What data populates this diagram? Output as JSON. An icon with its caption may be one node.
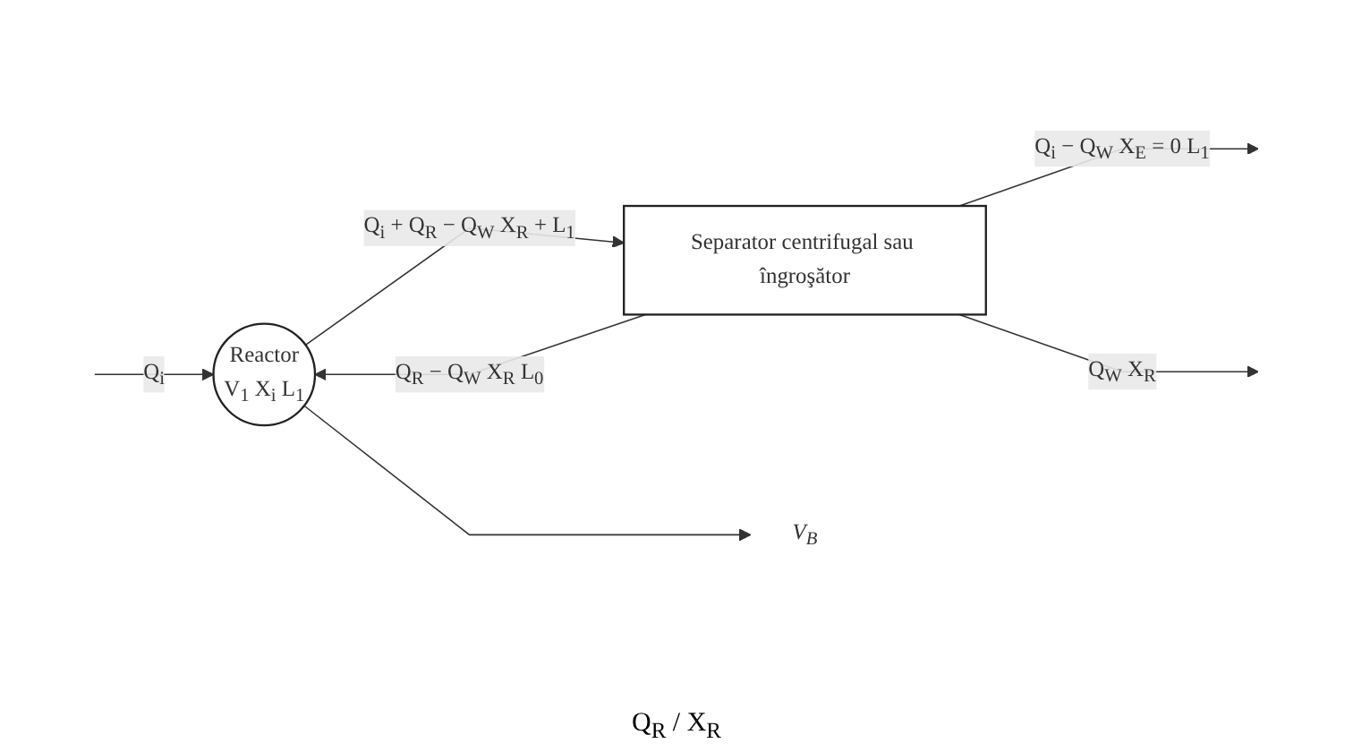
{
  "diagram": {
    "nodes": [
      {
        "text": [
          "Reactor",
          "V$_{1}$ X$_{i}$ L$_{1}$"
        ]
      },
      {
        "text": [
          "Separator centrifugal sau îngroşător"
        ]
      },
      {
        "text": [
          "V$_{B}$"
        ]
      }
    ],
    "edges": [
      {
        "from": null,
        "to": 0,
        "arrow": "to",
        "label": "Q$_{i}$"
      },
      {
        "from": 0,
        "to": 2,
        "arrow": "to"
      },
      {
        "from": 0,
        "to": 1,
        "arrow": "to",
        "label": "Q$_{i}$ + Q$_{R}$ − Q$_{W}$ X$_{R}$ + L$_{1}$"
      },
      {
        "from": 1,
        "to": null,
        "arrow": "to",
        "label": "Q$_{i}$ − Q$_{W}$ X$_{E}$ = 0 L$_{1}$"
      },
      {
        "from": 1,
        "to": 0,
        "arrow": "to",
        "label": "Q$_{R}$ − Q$_{W}$ X$_{R}$ L$_{0}$"
      },
      {
        "from": 1,
        "to": null,
        "arrow": "to",
        "label": "Q$_{W}$ X$_{R}$"
      }
    ],
    "labels": [
      "Q$_{R}$ / X$_{R}$"
    ]
  }
}
